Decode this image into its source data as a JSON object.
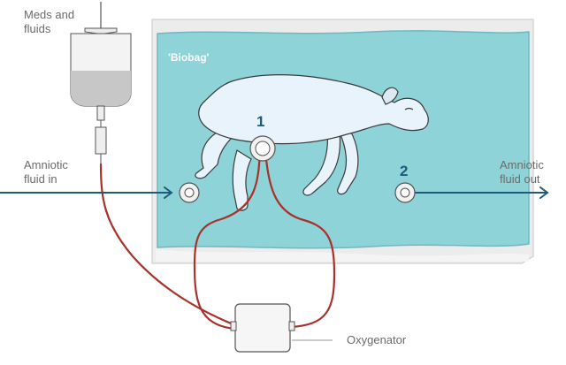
{
  "labels": {
    "meds": [
      "Meds and",
      "fluids"
    ],
    "fluid_in": [
      "Amniotic",
      "fluid in"
    ],
    "fluid_out": [
      "Amniotic",
      "fluid out"
    ],
    "biobag": "'Biobag'",
    "oxygenator": "Oxygenator",
    "port_1": "1",
    "port_2": "2"
  },
  "colors": {
    "bag_fill": "#8ed3d8",
    "bag_frame": "#ececec",
    "blood_line": "#a8322a",
    "fluid_arrow": "#1f5a78",
    "lamb": "#e9f3fb",
    "outline": "#3a3a3a"
  }
}
